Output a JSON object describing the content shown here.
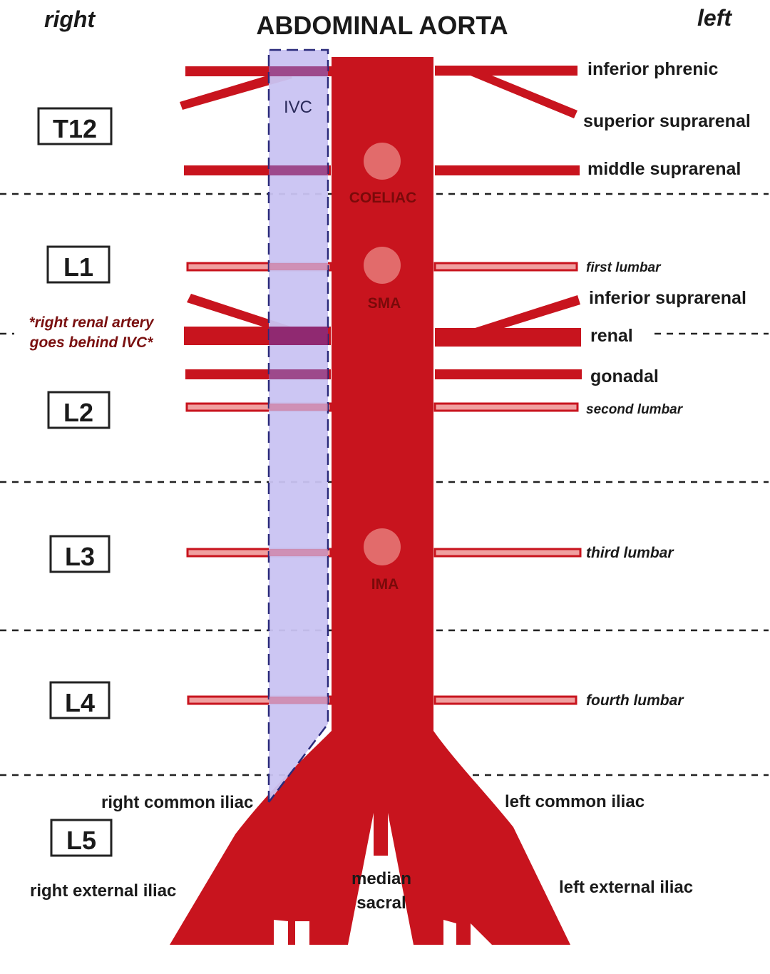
{
  "header": {
    "title": "ABDOMINAL AORTA",
    "side_right": "right",
    "side_left": "left"
  },
  "colors": {
    "artery": "#c8141e",
    "ivc_fill": "#c9c3f2",
    "ivc_border": "#2a2a7a",
    "node": "#e26b6b",
    "note_text": "#7a1010"
  },
  "vertebrae": [
    "T12",
    "L1",
    "L2",
    "L3",
    "L4",
    "L5"
  ],
  "ivc_label": "IVC",
  "trunks": [
    "COELIAC",
    "SMA",
    "IMA"
  ],
  "branches": {
    "inferior_phrenic": "inferior phrenic",
    "superior_suprarenal": "superior suprarenal",
    "middle_suprarenal": "middle suprarenal",
    "first_lumbar": "first lumbar",
    "inferior_suprarenal": "inferior suprarenal",
    "renal": "renal",
    "gonadal": "gonadal",
    "second_lumbar": "second lumbar",
    "third_lumbar": "third lumbar",
    "fourth_lumbar": "fourth lumbar"
  },
  "terminal": {
    "right_common_iliac": "right common iliac",
    "left_common_iliac": "left common iliac",
    "median_sacral_line1": "median",
    "median_sacral_line2": "sacral",
    "right_external_iliac": "right external iliac",
    "left_external_iliac": "left external iliac"
  },
  "note": {
    "line1": "*right renal artery",
    "line2": "goes behind IVC*"
  }
}
